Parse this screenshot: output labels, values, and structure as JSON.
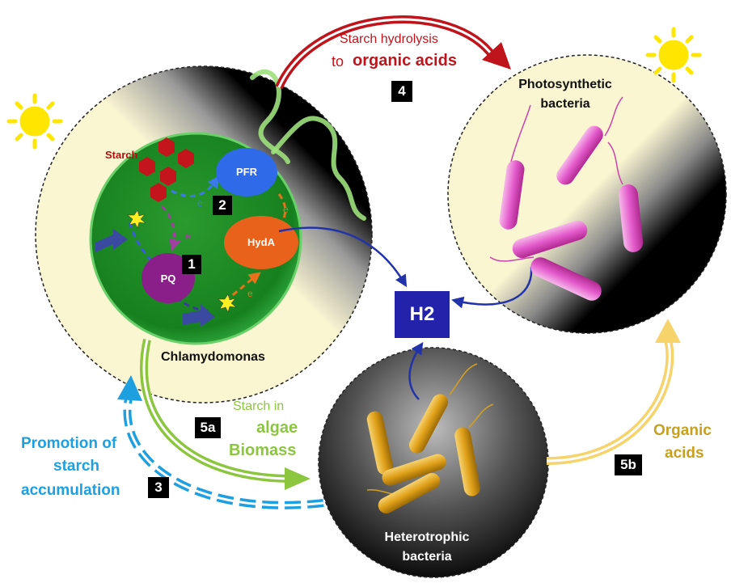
{
  "labels": {
    "starch_hydrolysis": "Starch hydrolysis",
    "to": "to",
    "organic_acids_bold": "organic acids",
    "photosynthetic": "Photosynthetic",
    "bacteria": "bacteria",
    "starch": "Starch",
    "pfr": "PFR",
    "hyda": "HydA",
    "pq": "PQ",
    "electron": "e",
    "chlamydomonas": "Chlamydomonas",
    "h2": "H2",
    "starch_in": "Starch in",
    "algae": "algae",
    "biomass": "Biomass",
    "promotion_of": "Promotion of",
    "starch_word": "starch",
    "accumulation": "accumulation",
    "organic": "Organic",
    "acids": "acids",
    "heterotrophic": "Heterotrophic"
  },
  "badges": {
    "b1": "1",
    "b2": "2",
    "b3": "3",
    "b4": "4",
    "b5a": "5a",
    "b5b": "5b"
  },
  "colors": {
    "red_arrow": "#c0141c",
    "blue_arrow": "#2233aa",
    "green_arrow": "#8cc63f",
    "cyan_arrow": "#1ea0e0",
    "yellow_arrow": "#f7d36b",
    "cell_green": "#1f8a2a",
    "hyda": "#e8621c",
    "pfr": "#2f6ae8",
    "pq": "#8a1f8a",
    "starch": "#c4141c",
    "bacteria_pink": "#e060c8",
    "bacteria_gold": "#e2a21a",
    "organic_text": "#c8a020",
    "h2_box": "#2222aa"
  }
}
